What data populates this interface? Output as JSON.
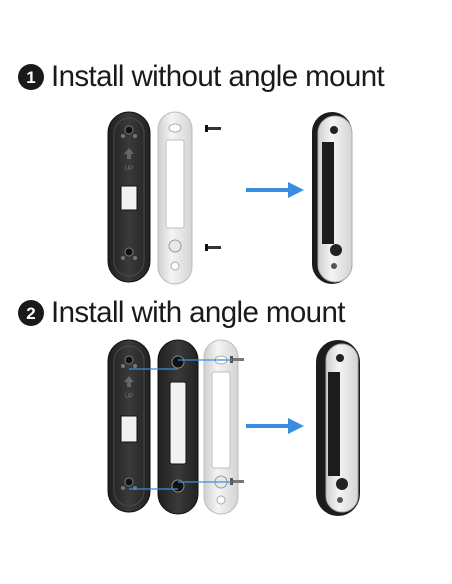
{
  "step1": {
    "number": "1",
    "title": "Install without angle mount"
  },
  "step2": {
    "number": "2",
    "title": "Install with angle mount"
  },
  "embossed": {
    "up": "UP"
  },
  "colors": {
    "arrow_blue": "#3a8ee0",
    "bracket_dark": "#2c2c2c",
    "bracket_white": "#f3f3f3",
    "doorbell_silver": "#e6e6e6",
    "doorbell_black": "#1c1c1c"
  },
  "icons": [
    "screw-icon",
    "arrow-right-icon",
    "up-arrow-icon"
  ]
}
